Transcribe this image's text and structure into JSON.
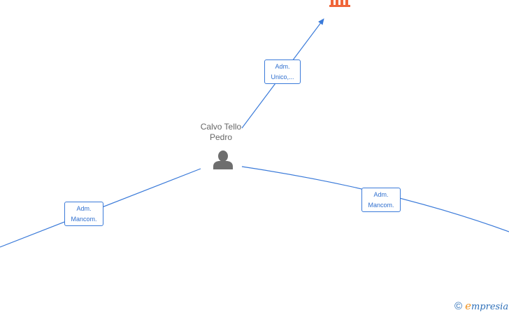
{
  "person": {
    "name_line1": "Calvo Tello",
    "name_line2": "Pedro",
    "icon": "person-icon"
  },
  "company_node": {
    "icon": "building-icon",
    "color": "#f0663a"
  },
  "edges": [
    {
      "label_line1": "Adm.",
      "label_line2": "Unico,..."
    },
    {
      "label_line1": "Adm.",
      "label_line2": "Mancom."
    },
    {
      "label_line1": "Adm.",
      "label_line2": "Mancom."
    }
  ],
  "colors": {
    "edge": "#3a7ad9",
    "label_text": "#2f6fcf",
    "person_icon": "#6e6e6e"
  },
  "brand": {
    "copyright": "©",
    "first_letter": "e",
    "rest": "mpresia"
  }
}
